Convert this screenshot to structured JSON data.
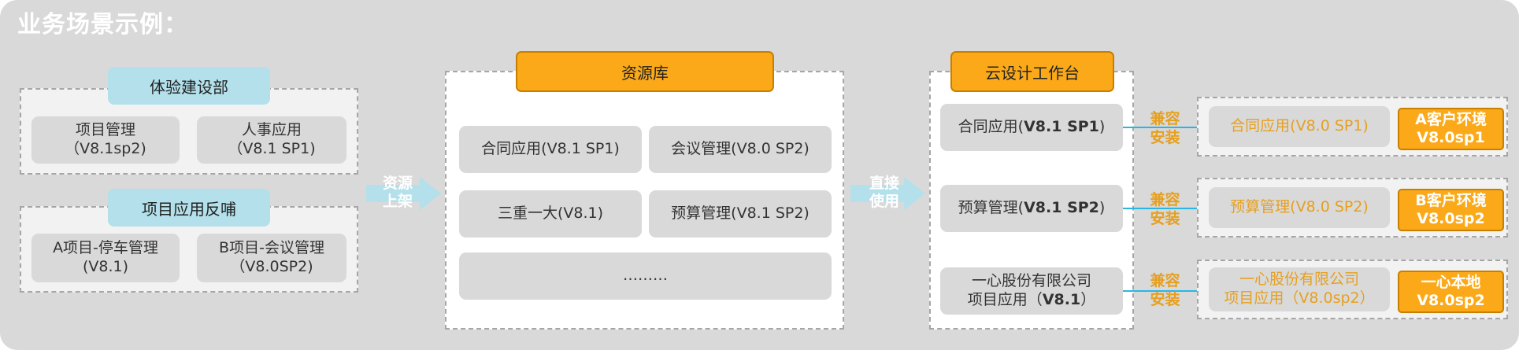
{
  "title": "业务场景示例：",
  "left_panel": {
    "group1": {
      "tag": "体验建设部",
      "items": [
        {
          "line1": "项目管理",
          "line2": "（V8.1sp2)"
        },
        {
          "line1": "人事应用",
          "line2": "（V8.1 SP1)"
        }
      ]
    },
    "group2": {
      "tag": "项目应用反哺",
      "items": [
        {
          "line1": "A项目-停车管理",
          "line2": "(V8.1)"
        },
        {
          "line1": "B项目-会议管理",
          "line2": "（V8.0SP2)"
        }
      ]
    }
  },
  "arrow1": {
    "line1": "资源",
    "line2": "上架"
  },
  "resource_lib": {
    "tag": "资源库",
    "items": [
      "合同应用(V8.1 SP1)",
      "会议管理(V8.0 SP2)",
      "三重一大(V8.1)",
      "预算管理(V8.1 SP2)"
    ],
    "more": "………"
  },
  "arrow2": {
    "line1": "直接",
    "line2": "使用"
  },
  "workbench": {
    "tag": "云设计工作台",
    "rows": [
      {
        "name": "合同应用(",
        "version": "V8.1 SP1",
        "close": ")"
      },
      {
        "name": "预算管理(",
        "version": "V8.1 SP2",
        "close": ")"
      },
      {
        "line1": "一心股份有限公司",
        "name": "项目应用（",
        "version": "V8.1",
        "close": "）"
      }
    ]
  },
  "compat_label": {
    "line1": "兼容",
    "line2": "安装"
  },
  "deployments": [
    {
      "app": "合同应用(V8.0 SP1)",
      "env_line1": "A客户环境",
      "env_line2": "V8.0sp1"
    },
    {
      "app": "预算管理(V8.0 SP2)",
      "env_line1": "B客户环境",
      "env_line2": "V8.0sp2"
    },
    {
      "app_line1": "一心股份有限公司",
      "app_line2": "项目应用（V8.0sp2）",
      "env_line1": "一心本地",
      "env_line2": "V8.0sp2"
    }
  ],
  "colors": {
    "accent_orange": "#fba919",
    "tag_blue": "#b3e0ea",
    "arrow_cyan": "#29b6e6",
    "compat_text": "#e6a020"
  }
}
